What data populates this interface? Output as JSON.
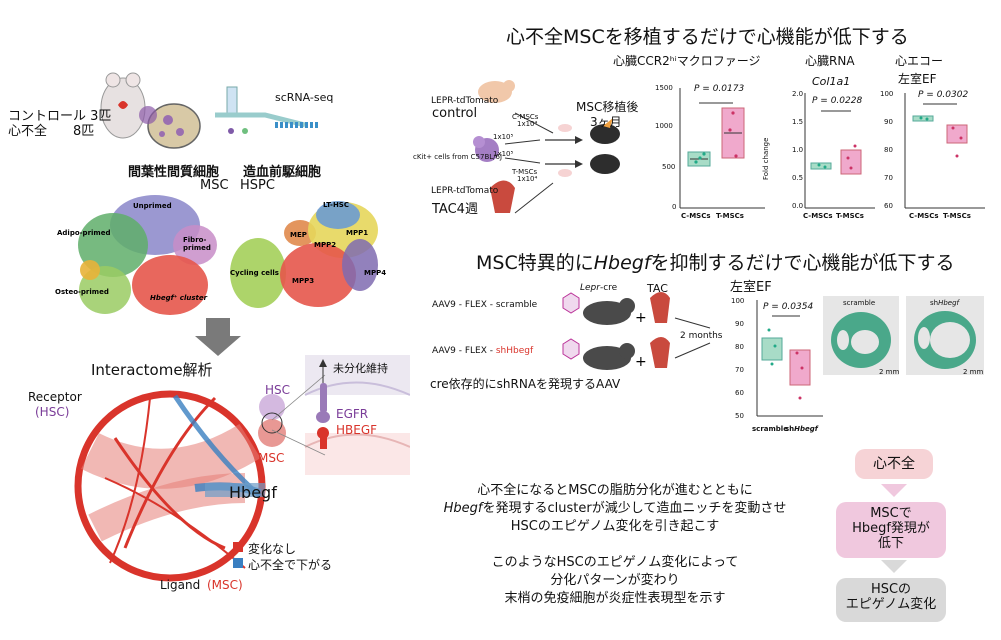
{
  "left": {
    "control_label": "コントロール 3匹",
    "hf_label": "心不全　　8匹",
    "scrna_label": "scRNA-seq",
    "msc_group": "間葉性間質細胞",
    "hspc_group": "造血前駆細胞",
    "msc_short": "MSC",
    "hspc_short": "HSPC",
    "msc_clusters": [
      "Unprimed",
      "Adipo-primed",
      "Fibro-primed",
      "Osteo-primed",
      "Hbegf⁺ cluster"
    ],
    "hspc_clusters": [
      "LT-HSC",
      "MEP",
      "MPP1",
      "MPP2",
      "MPP3",
      "MPP4",
      "Cycling cells"
    ],
    "interactome_title": "Interactome解析",
    "receptor_label": "Receptor",
    "receptor_sub": "(HSC)",
    "ligand_label": "Ligand",
    "ligand_sub": "(MSC)",
    "hbegf_label": "Hbegf",
    "legend_nochange": "変化なし",
    "legend_down": "心不全で下がる",
    "schema_label": "未分化維持",
    "hsc_label": "HSC",
    "msc_label": "MSC",
    "egfr_label": "EGFR",
    "hbegf_schema_label": "HBEGF"
  },
  "top_right": {
    "title": "心不全MSCを移植するだけで心機能が低下する",
    "col_ccr2": "心臓CCR2ʰⁱマクロファージ",
    "col_rna": "心臓RNA",
    "col_echo": "心エコー",
    "lv_ef": "左室EF",
    "gene": "Col1a1",
    "control": "control",
    "tac": "TAC4週",
    "leprtd1": "LEPR-tdTomato",
    "leprtd2": "LEPR-tdTomato",
    "ckit": "cKit+ cells from C57BL/6J",
    "cmsc": "C-MSCs",
    "tmsc": "T-MSCs",
    "dose1": "1x10⁴",
    "dose2": "1x10⁵",
    "dose3": "1x10⁵",
    "dose4": "1x10⁴",
    "months": "MSC移植後",
    "months2": "3ヶ月",
    "p1": "P = 0.0173",
    "p2": "P = 0.0228",
    "p3": "P = 0.0302",
    "ylab2": "Fold change",
    "ticks1": [
      "1500",
      "1000",
      "500",
      "0"
    ],
    "ticks2": [
      "2.0",
      "1.5",
      "1.0",
      "0.5",
      "0.0"
    ],
    "ticks3": [
      "100",
      "90",
      "80",
      "70",
      "60"
    ],
    "xcats": [
      "C-MSCs",
      "T-MSCs"
    ]
  },
  "mid_right": {
    "title_a": "MSC特異的に",
    "title_gene": "Hbegf",
    "title_b": "を抑制するだけで心機能が低下する",
    "lv_ef": "左室EF",
    "aav1": "AAV9 - FLEX - scramble",
    "aav2_a": "AAV9 - FLEX - ",
    "aav2_b": "shHbegf",
    "lepr": "Lepr",
    "cre": "-cre",
    "tac": "TAC",
    "months": "2 months",
    "note": "cre依存的にshRNAを発現するAAV",
    "p": "P = 0.0354",
    "ticks": [
      "100",
      "90",
      "80",
      "70",
      "60",
      "50"
    ],
    "xcat1": "scramble",
    "xcat2_a": "sh",
    "xcat2_b": "Hbegf",
    "img1": "scramble",
    "img2_a": "sh",
    "img2_b": "Hbegf",
    "scalebar": "2 mm"
  },
  "summary": {
    "line1": "心不全になるとMSCの脂肪分化が進むとともに",
    "line2_gene": "Hbegf",
    "line2": "を発現するclusterが減少して造血ニッチを変動させ",
    "line3": "HSCのエピゲノム変化を引き起こす",
    "line4": "このようなHSCのエピゲノム変化によって",
    "line5": "分化パターンが変わり",
    "line6": "末梢の免疫細胞が炎症性表現型を示す"
  },
  "flow": {
    "box1": "心不全",
    "box2_l1": "MSCで",
    "box2_l2": "Hbegf発現が",
    "box2_l3": "低下",
    "box3_l1": "HSCの",
    "box3_l2": "エピゲノム変化"
  },
  "colors": {
    "green": "#8fd1b7",
    "pink": "#e8a0c4",
    "red": "#d9342b",
    "blue": "#3a7fc1",
    "flow_pink1": "#f6d3d6",
    "flow_pink2": "#f0c8de",
    "flow_gray": "#d9d9d9"
  }
}
